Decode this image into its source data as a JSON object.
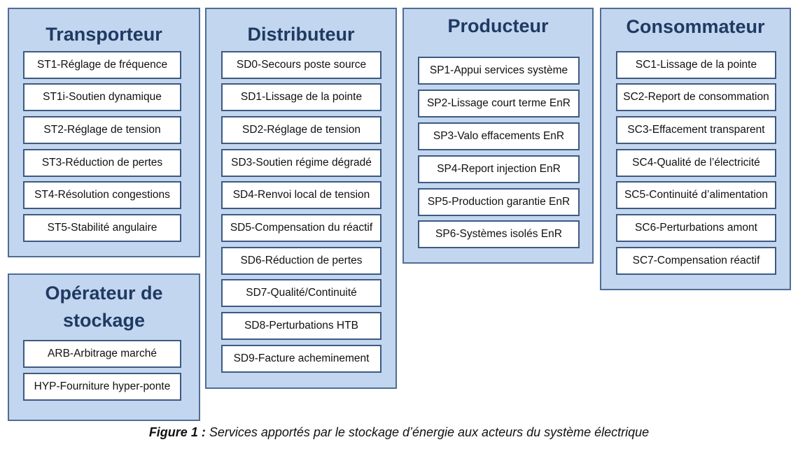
{
  "groups": {
    "transporteur": {
      "title": "Transporteur",
      "items": [
        "ST1-Réglage de fréquence",
        "ST1i-Soutien dynamique",
        "ST2-Réglage de tension",
        "ST3-Réduction de pertes",
        "ST4-Résolution congestions",
        "ST5-Stabilité angulaire"
      ]
    },
    "distributeur": {
      "title": "Distributeur",
      "items": [
        "SD0-Secours poste source",
        "SD1-Lissage de la pointe",
        "SD2-Réglage de tension",
        "SD3-Soutien régime dégradé",
        "SD4-Renvoi local de tension",
        "SD5-Compensation du réactif",
        "SD6-Réduction de pertes",
        "SD7-Qualité/Continuité",
        "SD8-Perturbations HTB",
        "SD9-Facture acheminement"
      ]
    },
    "producteur": {
      "title": "Producteur",
      "items": [
        "SP1-Appui services système",
        "SP2-Lissage court terme EnR",
        "SP3-Valo effacements EnR",
        "SP4-Report injection EnR",
        "SP5-Production garantie EnR",
        "SP6-Systèmes isolés EnR"
      ]
    },
    "consommateur": {
      "title": "Consommateur",
      "items": [
        "SC1-Lissage de la pointe",
        "SC2-Report de consommation",
        "SC3-Effacement transparent",
        "SC4-Qualité de l’électricité",
        "SC5-Continuité d’alimentation",
        "SC6-Perturbations amont",
        "SC7-Compensation réactif"
      ]
    },
    "stockage": {
      "title_line1": "Opérateur de",
      "title_line2": "stockage",
      "items": [
        "ARB-Arbitrage marché",
        "HYP-Fourniture hyper-ponte"
      ]
    }
  },
  "caption": {
    "label": "Figure 1 :",
    "text": " Services apportés par le stockage d’énergie aux acteurs du système électrique"
  },
  "colors": {
    "group_fill": "#c3d6ef",
    "group_border": "#4f6d96",
    "title_color": "#1f3a63",
    "item_border": "#3d5a82"
  }
}
